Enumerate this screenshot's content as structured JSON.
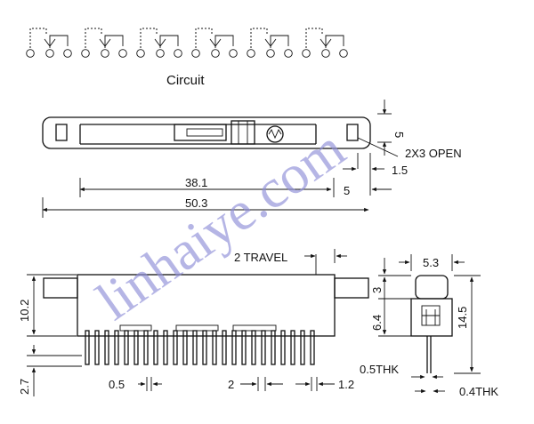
{
  "circuit": {
    "label": "Circuit",
    "units": 6,
    "filled": [
      1,
      4,
      7,
      10,
      13,
      16
    ]
  },
  "dimensions": {
    "open": "2X3 OPEN",
    "d_5_top": "5",
    "d_1_5": "1.5",
    "d_38_1": "38.1",
    "d_5_mid": "5",
    "d_50_3": "50.3",
    "travel": "2 TRAVEL",
    "d_10_2": "10.2",
    "d_2_7": "2.7",
    "d_0_5": "0.5",
    "d_2": "2",
    "d_1_2": "1.2",
    "d_5_3": "5.3",
    "d_3": "3",
    "d_6_4": "6.4",
    "d_14_5": "14.5",
    "d_0_5thk": "0.5THK",
    "d_0_4thk": "0.4THK"
  },
  "watermark": "linhaiye.com"
}
